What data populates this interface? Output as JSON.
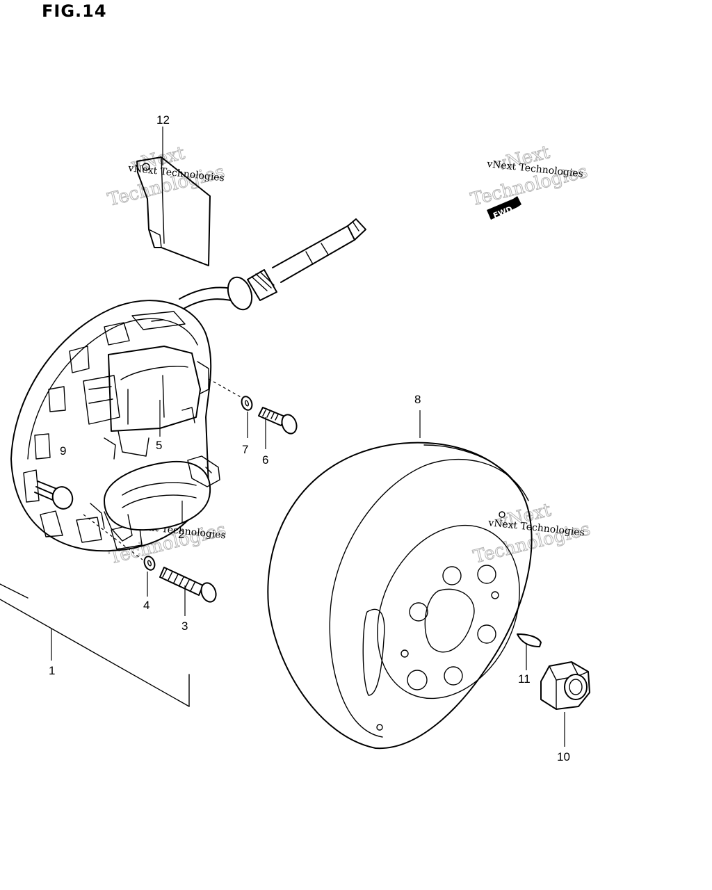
{
  "figure": {
    "title": "FIG.14"
  },
  "fwd_marker": {
    "label": "FWD"
  },
  "watermarks": [
    {
      "small": "vNext Technologies",
      "big_top": "vNext",
      "big_bottom": "Technologies"
    },
    {
      "small": "vNext Technologies",
      "big_top": "vNext",
      "big_bottom": "Technologies"
    },
    {
      "small": "vNext Technologies",
      "big_top": "vNext",
      "big_bottom": "Technologies"
    },
    {
      "small": "vNext Technologies",
      "big_top": "vNext",
      "big_bottom": "Technologies"
    }
  ],
  "callouts": {
    "c1": "1",
    "c2": "2",
    "c3": "3",
    "c4": "4",
    "c5": "5",
    "c6": "6",
    "c7": "7",
    "c8": "8",
    "c9": "9",
    "c10": "10",
    "c11": "11",
    "c12": "12"
  }
}
